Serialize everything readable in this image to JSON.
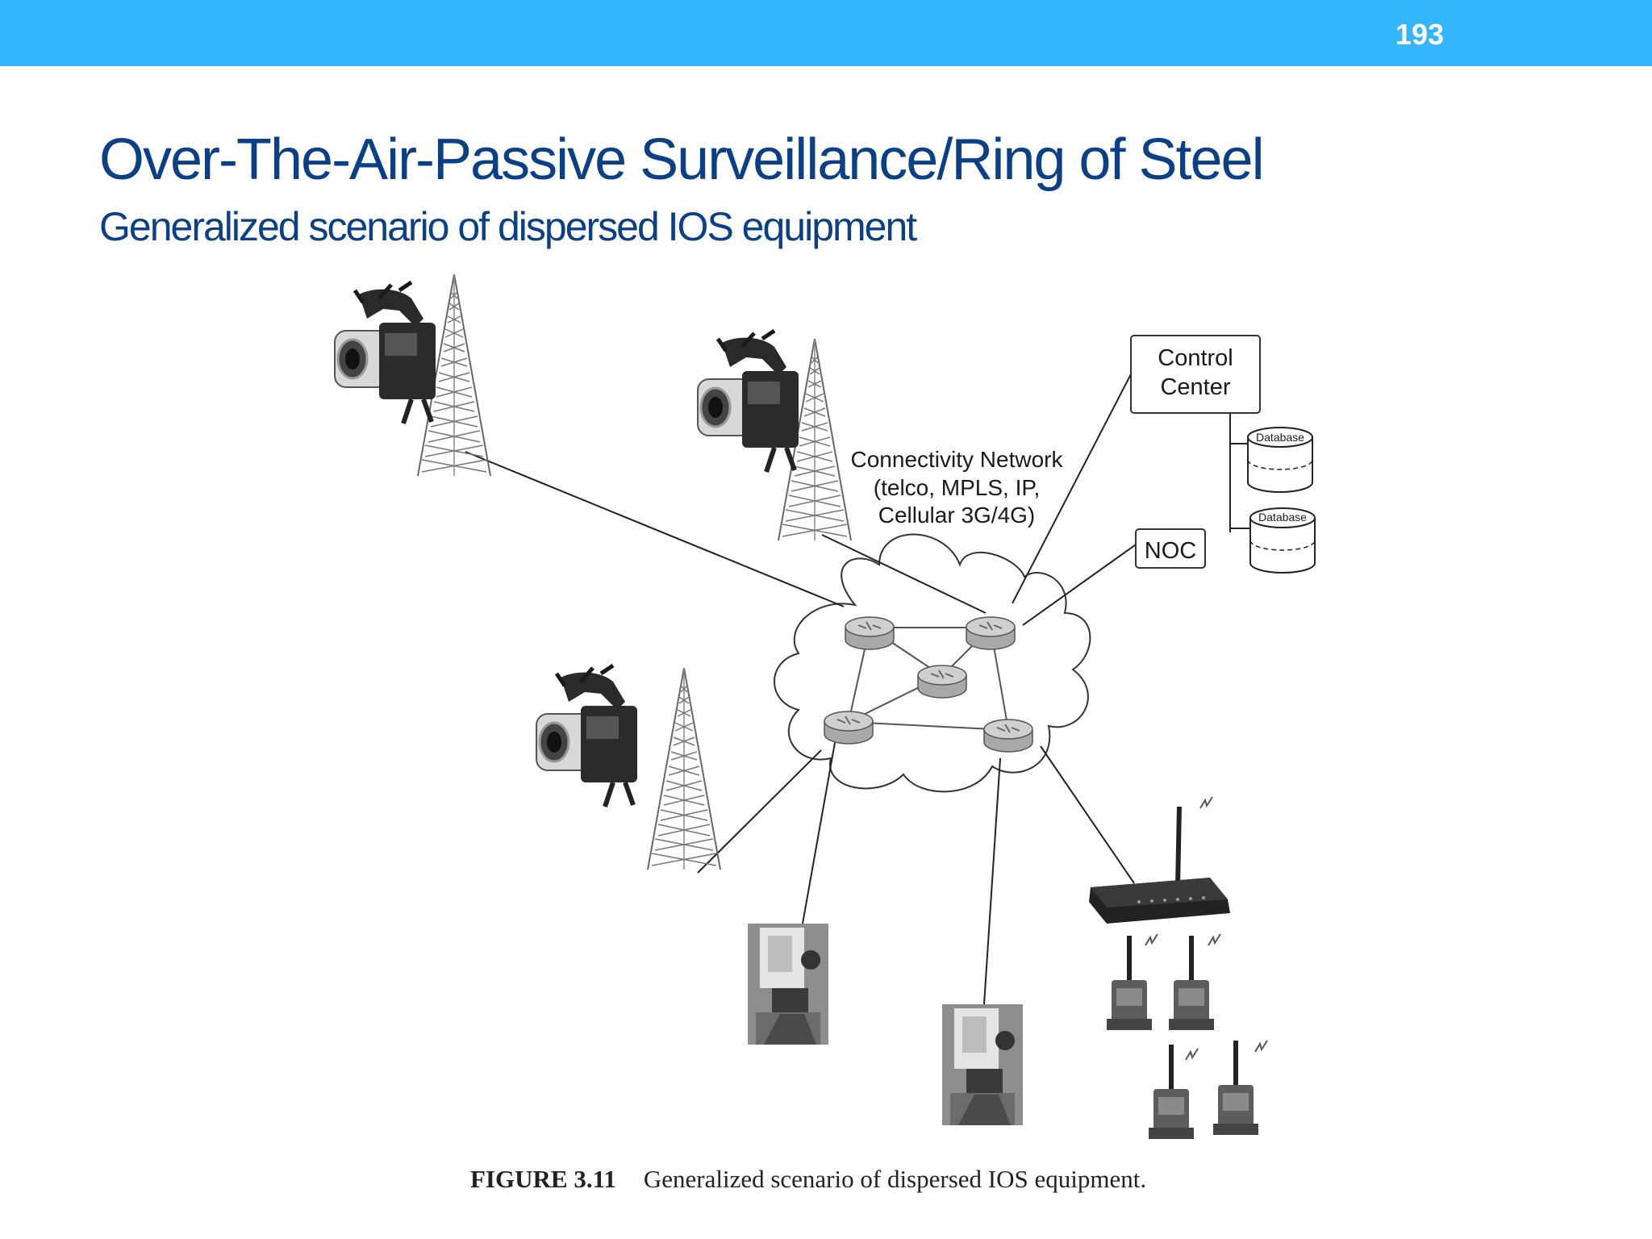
{
  "header": {
    "page_number": "193",
    "bar_color": "#33b5fb"
  },
  "slide": {
    "title": "Over-The-Air-Passive Surveillance/Ring of Steel",
    "subtitle": "Generalized scenario of dispersed IOS equipment",
    "title_color": "#0b3f86"
  },
  "diagram": {
    "control_center": [
      "Control",
      "Center"
    ],
    "database_label": "Database",
    "noc_label": "NOC",
    "network_label": [
      "Connectivity Network",
      "(telco, MPLS, IP,",
      "Cellular 3G/4G)"
    ]
  },
  "figure": {
    "label": "FIGURE 3.11",
    "caption": "Generalized scenario of dispersed IOS equipment."
  }
}
